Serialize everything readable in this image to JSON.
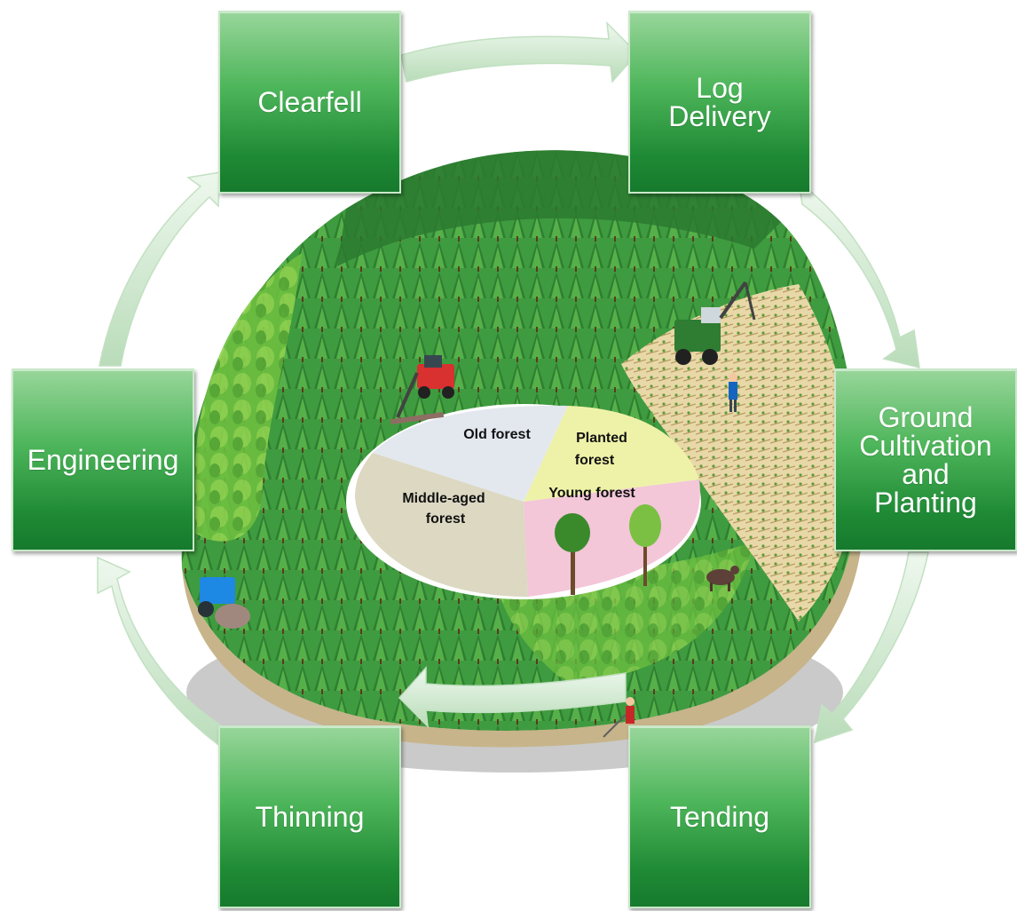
{
  "steps": [
    {
      "id": "clearfell",
      "label": "Clearfell"
    },
    {
      "id": "log_delivery",
      "label": "Log\nDelivery"
    },
    {
      "id": "ground_cultivation",
      "label": "Ground\nCultivation\nand\nPlanting"
    },
    {
      "id": "tending",
      "label": "Tending"
    },
    {
      "id": "thinning",
      "label": "Thinning"
    },
    {
      "id": "engineering",
      "label": "Engineering"
    }
  ],
  "forest_zones": {
    "old": "Old forest",
    "planted_line1": "Planted",
    "planted_line2": "forest",
    "young": "Young forest",
    "middle_line1": "Middle-aged",
    "middle_line2": "forest"
  },
  "colors": {
    "box_top": "#98d69a",
    "box_bottom": "#167a2d",
    "arrow_fill": "#d6ecd6",
    "forest_dark": "#2e7d32",
    "forest_light": "#8bc34a",
    "zone_old": "#e3e8ef",
    "zone_planted": "#eef2a8",
    "zone_young": "#f3c6d8",
    "zone_middle": "#dcd8c2"
  },
  "illustration": {
    "icons": [
      "harvester-icon",
      "forwarder-icon",
      "tractor-icon",
      "worker-icon",
      "moose-icon",
      "pine-tree-icon"
    ]
  }
}
